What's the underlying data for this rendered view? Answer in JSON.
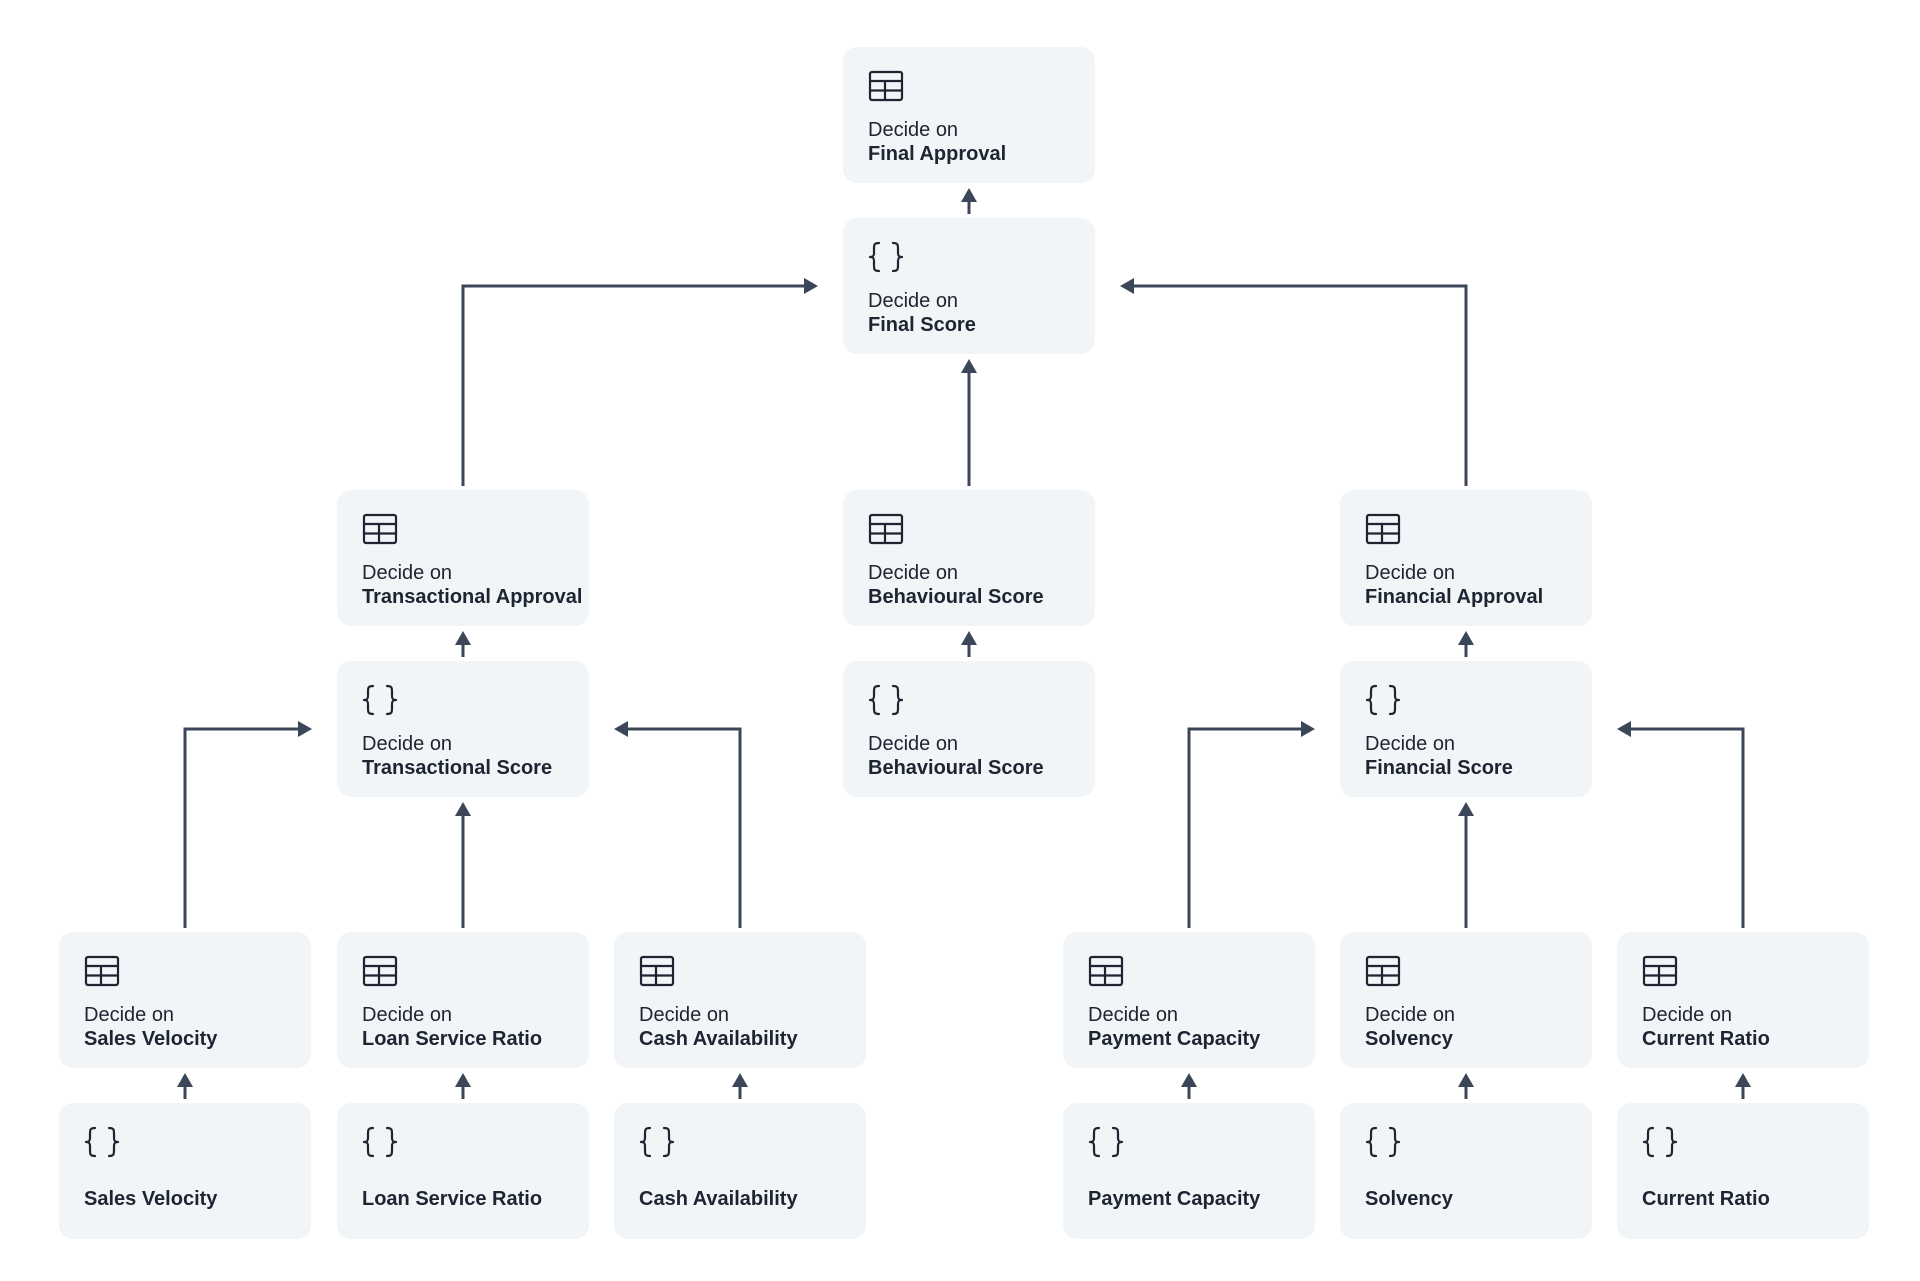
{
  "diagram": {
    "colors": {
      "node_bg": "#f1f5f8",
      "edge": "#3b4658",
      "text": "#1e2532"
    },
    "icons": {
      "table": "table-icon",
      "braces": "braces-icon"
    },
    "nodes": [
      {
        "id": "final-approval",
        "icon": "table",
        "prefix": "Decide on",
        "label": "Final Approval"
      },
      {
        "id": "final-score",
        "icon": "braces",
        "prefix": "Decide on",
        "label": "Final Score"
      },
      {
        "id": "transactional-approval",
        "icon": "table",
        "prefix": "Decide on",
        "label": "Transactional Approval"
      },
      {
        "id": "behavioural-score-table",
        "icon": "table",
        "prefix": "Decide on",
        "label": "Behavioural Score"
      },
      {
        "id": "financial-approval",
        "icon": "table",
        "prefix": "Decide on",
        "label": "Financial Approval"
      },
      {
        "id": "transactional-score",
        "icon": "braces",
        "prefix": "Decide on",
        "label": "Transactional Score"
      },
      {
        "id": "behavioural-score-rule",
        "icon": "braces",
        "prefix": "Decide on",
        "label": "Behavioural Score"
      },
      {
        "id": "financial-score",
        "icon": "braces",
        "prefix": "Decide on",
        "label": "Financial Score"
      },
      {
        "id": "sales-velocity-table",
        "icon": "table",
        "prefix": "Decide on",
        "label": "Sales Velocity"
      },
      {
        "id": "loan-service-ratio-table",
        "icon": "table",
        "prefix": "Decide on",
        "label": "Loan Service Ratio"
      },
      {
        "id": "cash-availability-table",
        "icon": "table",
        "prefix": "Decide on",
        "label": "Cash Availability"
      },
      {
        "id": "payment-capacity-table",
        "icon": "table",
        "prefix": "Decide on",
        "label": "Payment Capacity"
      },
      {
        "id": "solvency-table",
        "icon": "table",
        "prefix": "Decide on",
        "label": "Solvency"
      },
      {
        "id": "current-ratio-table",
        "icon": "table",
        "prefix": "Decide on",
        "label": "Current Ratio"
      },
      {
        "id": "sales-velocity",
        "icon": "braces",
        "prefix": "",
        "label": "Sales Velocity"
      },
      {
        "id": "loan-service-ratio",
        "icon": "braces",
        "prefix": "",
        "label": "Loan Service Ratio"
      },
      {
        "id": "cash-availability",
        "icon": "braces",
        "prefix": "",
        "label": "Cash Availability"
      },
      {
        "id": "payment-capacity",
        "icon": "braces",
        "prefix": "",
        "label": "Payment Capacity"
      },
      {
        "id": "solvency",
        "icon": "braces",
        "prefix": "",
        "label": "Solvency"
      },
      {
        "id": "current-ratio",
        "icon": "braces",
        "prefix": "",
        "label": "Current Ratio"
      }
    ],
    "edges": [
      {
        "from": "final-score",
        "to": "final-approval"
      },
      {
        "from": "transactional-approval",
        "to": "final-score"
      },
      {
        "from": "behavioural-score-table",
        "to": "final-score"
      },
      {
        "from": "financial-approval",
        "to": "final-score"
      },
      {
        "from": "transactional-score",
        "to": "transactional-approval"
      },
      {
        "from": "behavioural-score-rule",
        "to": "behavioural-score-table"
      },
      {
        "from": "financial-score",
        "to": "financial-approval"
      },
      {
        "from": "sales-velocity-table",
        "to": "transactional-score"
      },
      {
        "from": "loan-service-ratio-table",
        "to": "transactional-score"
      },
      {
        "from": "cash-availability-table",
        "to": "transactional-score"
      },
      {
        "from": "payment-capacity-table",
        "to": "financial-score"
      },
      {
        "from": "solvency-table",
        "to": "financial-score"
      },
      {
        "from": "current-ratio-table",
        "to": "financial-score"
      },
      {
        "from": "sales-velocity",
        "to": "sales-velocity-table"
      },
      {
        "from": "loan-service-ratio",
        "to": "loan-service-ratio-table"
      },
      {
        "from": "cash-availability",
        "to": "cash-availability-table"
      },
      {
        "from": "payment-capacity",
        "to": "payment-capacity-table"
      },
      {
        "from": "solvency",
        "to": "solvency-table"
      },
      {
        "from": "current-ratio",
        "to": "current-ratio-table"
      }
    ]
  }
}
